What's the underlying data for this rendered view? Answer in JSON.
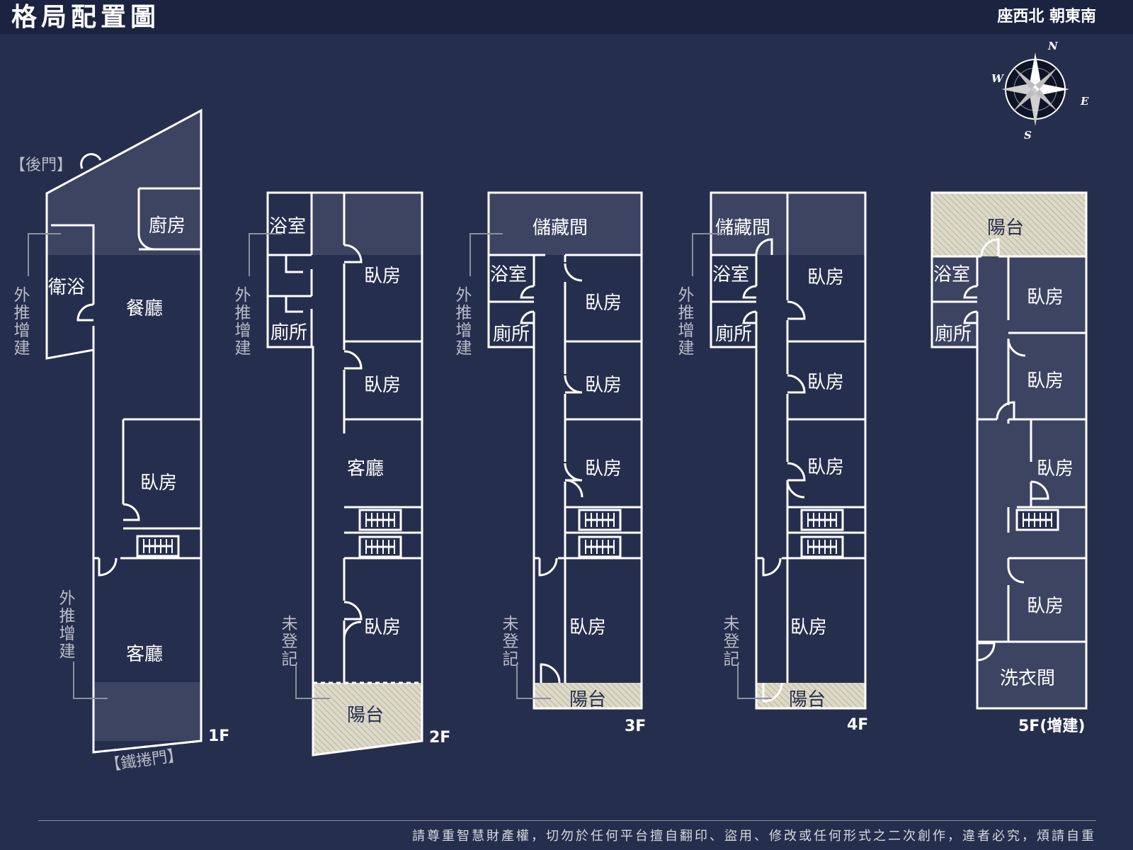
{
  "header": {
    "title": "格局配置圖",
    "orientation": "座西北 朝東南"
  },
  "compass": {
    "icon": "compass-rose-icon",
    "directions": [
      "N",
      "E",
      "S",
      "W"
    ]
  },
  "floors": [
    {
      "label": "1F",
      "rooms": [
        "廚房",
        "衛浴",
        "餐廳",
        "臥房",
        "客廳"
      ],
      "notes": [
        "【後門】",
        "外推增建",
        "外推增建",
        "【鐵捲門】"
      ]
    },
    {
      "label": "2F",
      "rooms": [
        "浴室",
        "廁所",
        "臥房",
        "臥房",
        "客廳",
        "臥房",
        "陽台"
      ],
      "notes": [
        "外推增建",
        "未登記"
      ]
    },
    {
      "label": "3F",
      "rooms": [
        "儲藏間",
        "浴室",
        "廁所",
        "臥房",
        "臥房",
        "臥房",
        "臥房",
        "陽台"
      ],
      "notes": [
        "外推增建",
        "未登記"
      ]
    },
    {
      "label": "4F",
      "rooms": [
        "儲藏間",
        "浴室",
        "廁所",
        "臥房",
        "臥房",
        "臥房",
        "臥房",
        "陽台"
      ],
      "notes": [
        "外推增建",
        "未登記"
      ]
    },
    {
      "label": "5F(增建)",
      "rooms": [
        "陽台",
        "浴室",
        "廁所",
        "臥房",
        "臥房",
        "臥房",
        "臥房",
        "洗衣間"
      ],
      "notes": []
    }
  ],
  "footer": {
    "disclaimer": "請尊重智慧財產權，切勿於任何平台擅自翻印、盜用、修改或任何形式之二次創作，違者必究，煩請自重"
  },
  "colors": {
    "background": "#262e4d",
    "header_bar": "#1c2340",
    "wall": "#ffffff",
    "shaded_zone": "#3d4462",
    "balcony_hatch": "#dcd9c8",
    "note_text": "#b9bcc8"
  }
}
